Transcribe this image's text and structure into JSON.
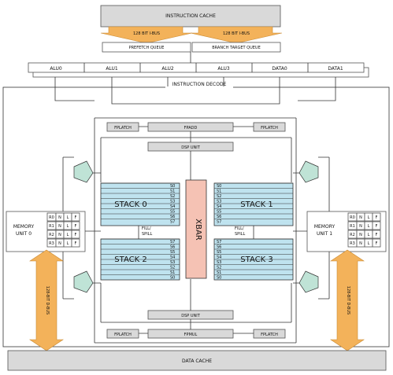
{
  "instruction_cache": "INSTRUCTION CACHE",
  "ibus_left": "128 BIT I-BUS",
  "ibus_right": "128 BIT I-BUS",
  "prefetch_queue": "PREFETCH QUEUE",
  "branch_target_queue": "BRANCH TARGET QUEUE",
  "units_top": [
    "ALU0",
    "ALU1",
    "ALU2",
    "ALU3",
    "DATA0",
    "DATA1"
  ],
  "instruction_decode": "INSTRUCTION DECODE",
  "fplatch": "FPLATCH",
  "fpadd": "FPADD",
  "fpmul": "FPMUL",
  "dsp_unit": "DSP UNIT",
  "stacks": {
    "s0": "STACK 0",
    "s1": "STACK 1",
    "s2": "STACK 2",
    "s3": "STACK 3"
  },
  "stack_regs_top": [
    "S0",
    "S1",
    "S2",
    "S3",
    "S4",
    "S5",
    "S6",
    "S7"
  ],
  "stack_regs_bottom": [
    "S7",
    "S6",
    "S5",
    "S4",
    "S3",
    "S2",
    "S1",
    "S0"
  ],
  "xbar": "XBAR",
  "fill_spill": "FILL/ SPILL",
  "memory_unit_0": "MEMORY UNIT 0",
  "memory_unit_1": "MEMORY UNIT 1",
  "mem_rows": [
    {
      "r": "R0",
      "a": "N",
      "b": "L",
      "c": "F"
    },
    {
      "r": "R1",
      "a": "N",
      "b": "L",
      "c": "F"
    },
    {
      "r": "R2",
      "a": "N",
      "b": "L",
      "c": "F"
    },
    {
      "r": "R3",
      "a": "N",
      "b": "L",
      "c": "F"
    }
  ],
  "dbus_left": "128-BIT D-BUS",
  "dbus_right": "128-BIT D-BUS",
  "data_cache": "DATA CACHE"
}
